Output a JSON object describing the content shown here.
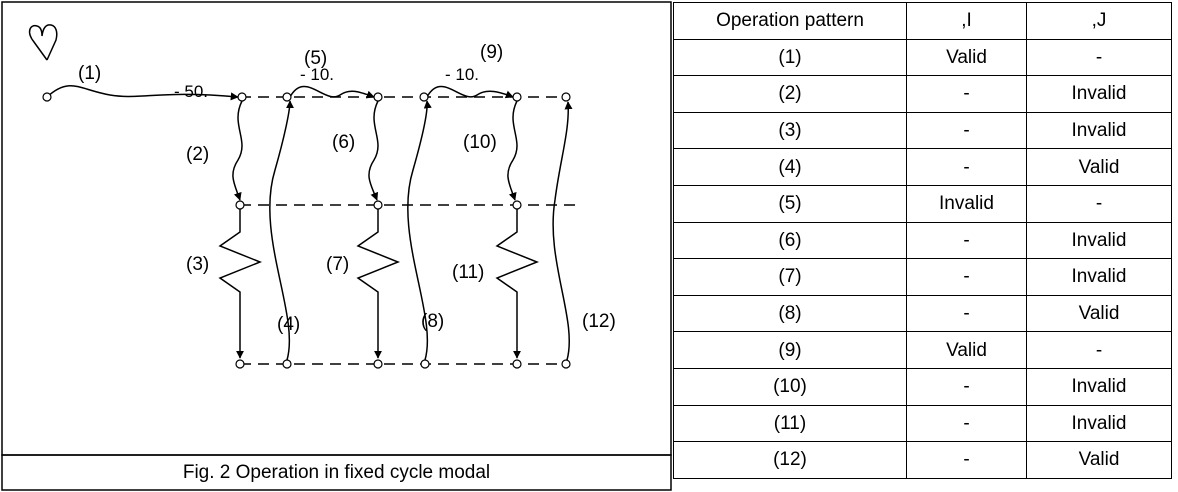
{
  "figure": {
    "caption": "Fig. 2 Operation in fixed cycle modal",
    "labels": {
      "p1": "(1)",
      "p2": "(2)",
      "p3": "(3)",
      "p4": "(4)",
      "p5": "(5)",
      "p6": "(6)",
      "p7": "(7)",
      "p8": "(8)",
      "p9": "(9)",
      "p10": "(10)",
      "p11": "(11)",
      "p12": "(12)",
      "dim_50": "- 50.",
      "dim_10a": "- 10.",
      "dim_10b": "- 10."
    }
  },
  "table": {
    "headers": [
      "Operation pattern",
      ",I",
      ",J"
    ],
    "rows": [
      [
        "(1)",
        "Valid",
        "-"
      ],
      [
        "(2)",
        "-",
        "Invalid"
      ],
      [
        "(3)",
        "-",
        "Invalid"
      ],
      [
        "(4)",
        "-",
        "Valid"
      ],
      [
        "(5)",
        "Invalid",
        "-"
      ],
      [
        "(6)",
        "-",
        "Invalid"
      ],
      [
        "(7)",
        "-",
        "Invalid"
      ],
      [
        "(8)",
        "-",
        "Valid"
      ],
      [
        "(9)",
        "Valid",
        "-"
      ],
      [
        "(10)",
        "-",
        "Invalid"
      ],
      [
        "(11)",
        "-",
        "Invalid"
      ],
      [
        "(12)",
        "-",
        "Valid"
      ]
    ]
  }
}
